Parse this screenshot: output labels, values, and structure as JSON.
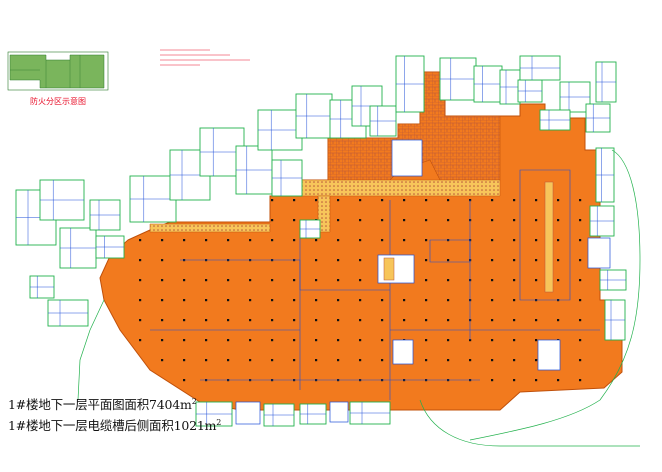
{
  "drawing": {
    "key_plan_title": "防火分区示意图",
    "area_notes": [
      {
        "text": "1#楼地下一层平面图面积7404m",
        "sup": "2"
      },
      {
        "text": "1#楼地下一层电缆槽后侧面积1021m",
        "sup": "2"
      }
    ]
  },
  "colors": {
    "fire_zone_fill": "#f27a1e",
    "fire_zone_stroke": "#c0500a",
    "wall_green": "#22b14c",
    "line_blue": "#1f4fd8",
    "hatch_brown": "#b8553a",
    "keyplan_fill": "#7ab55c",
    "label_red": "#e8102a",
    "paper": "#ffffff"
  },
  "icons": [
    "north-arrow-none"
  ]
}
